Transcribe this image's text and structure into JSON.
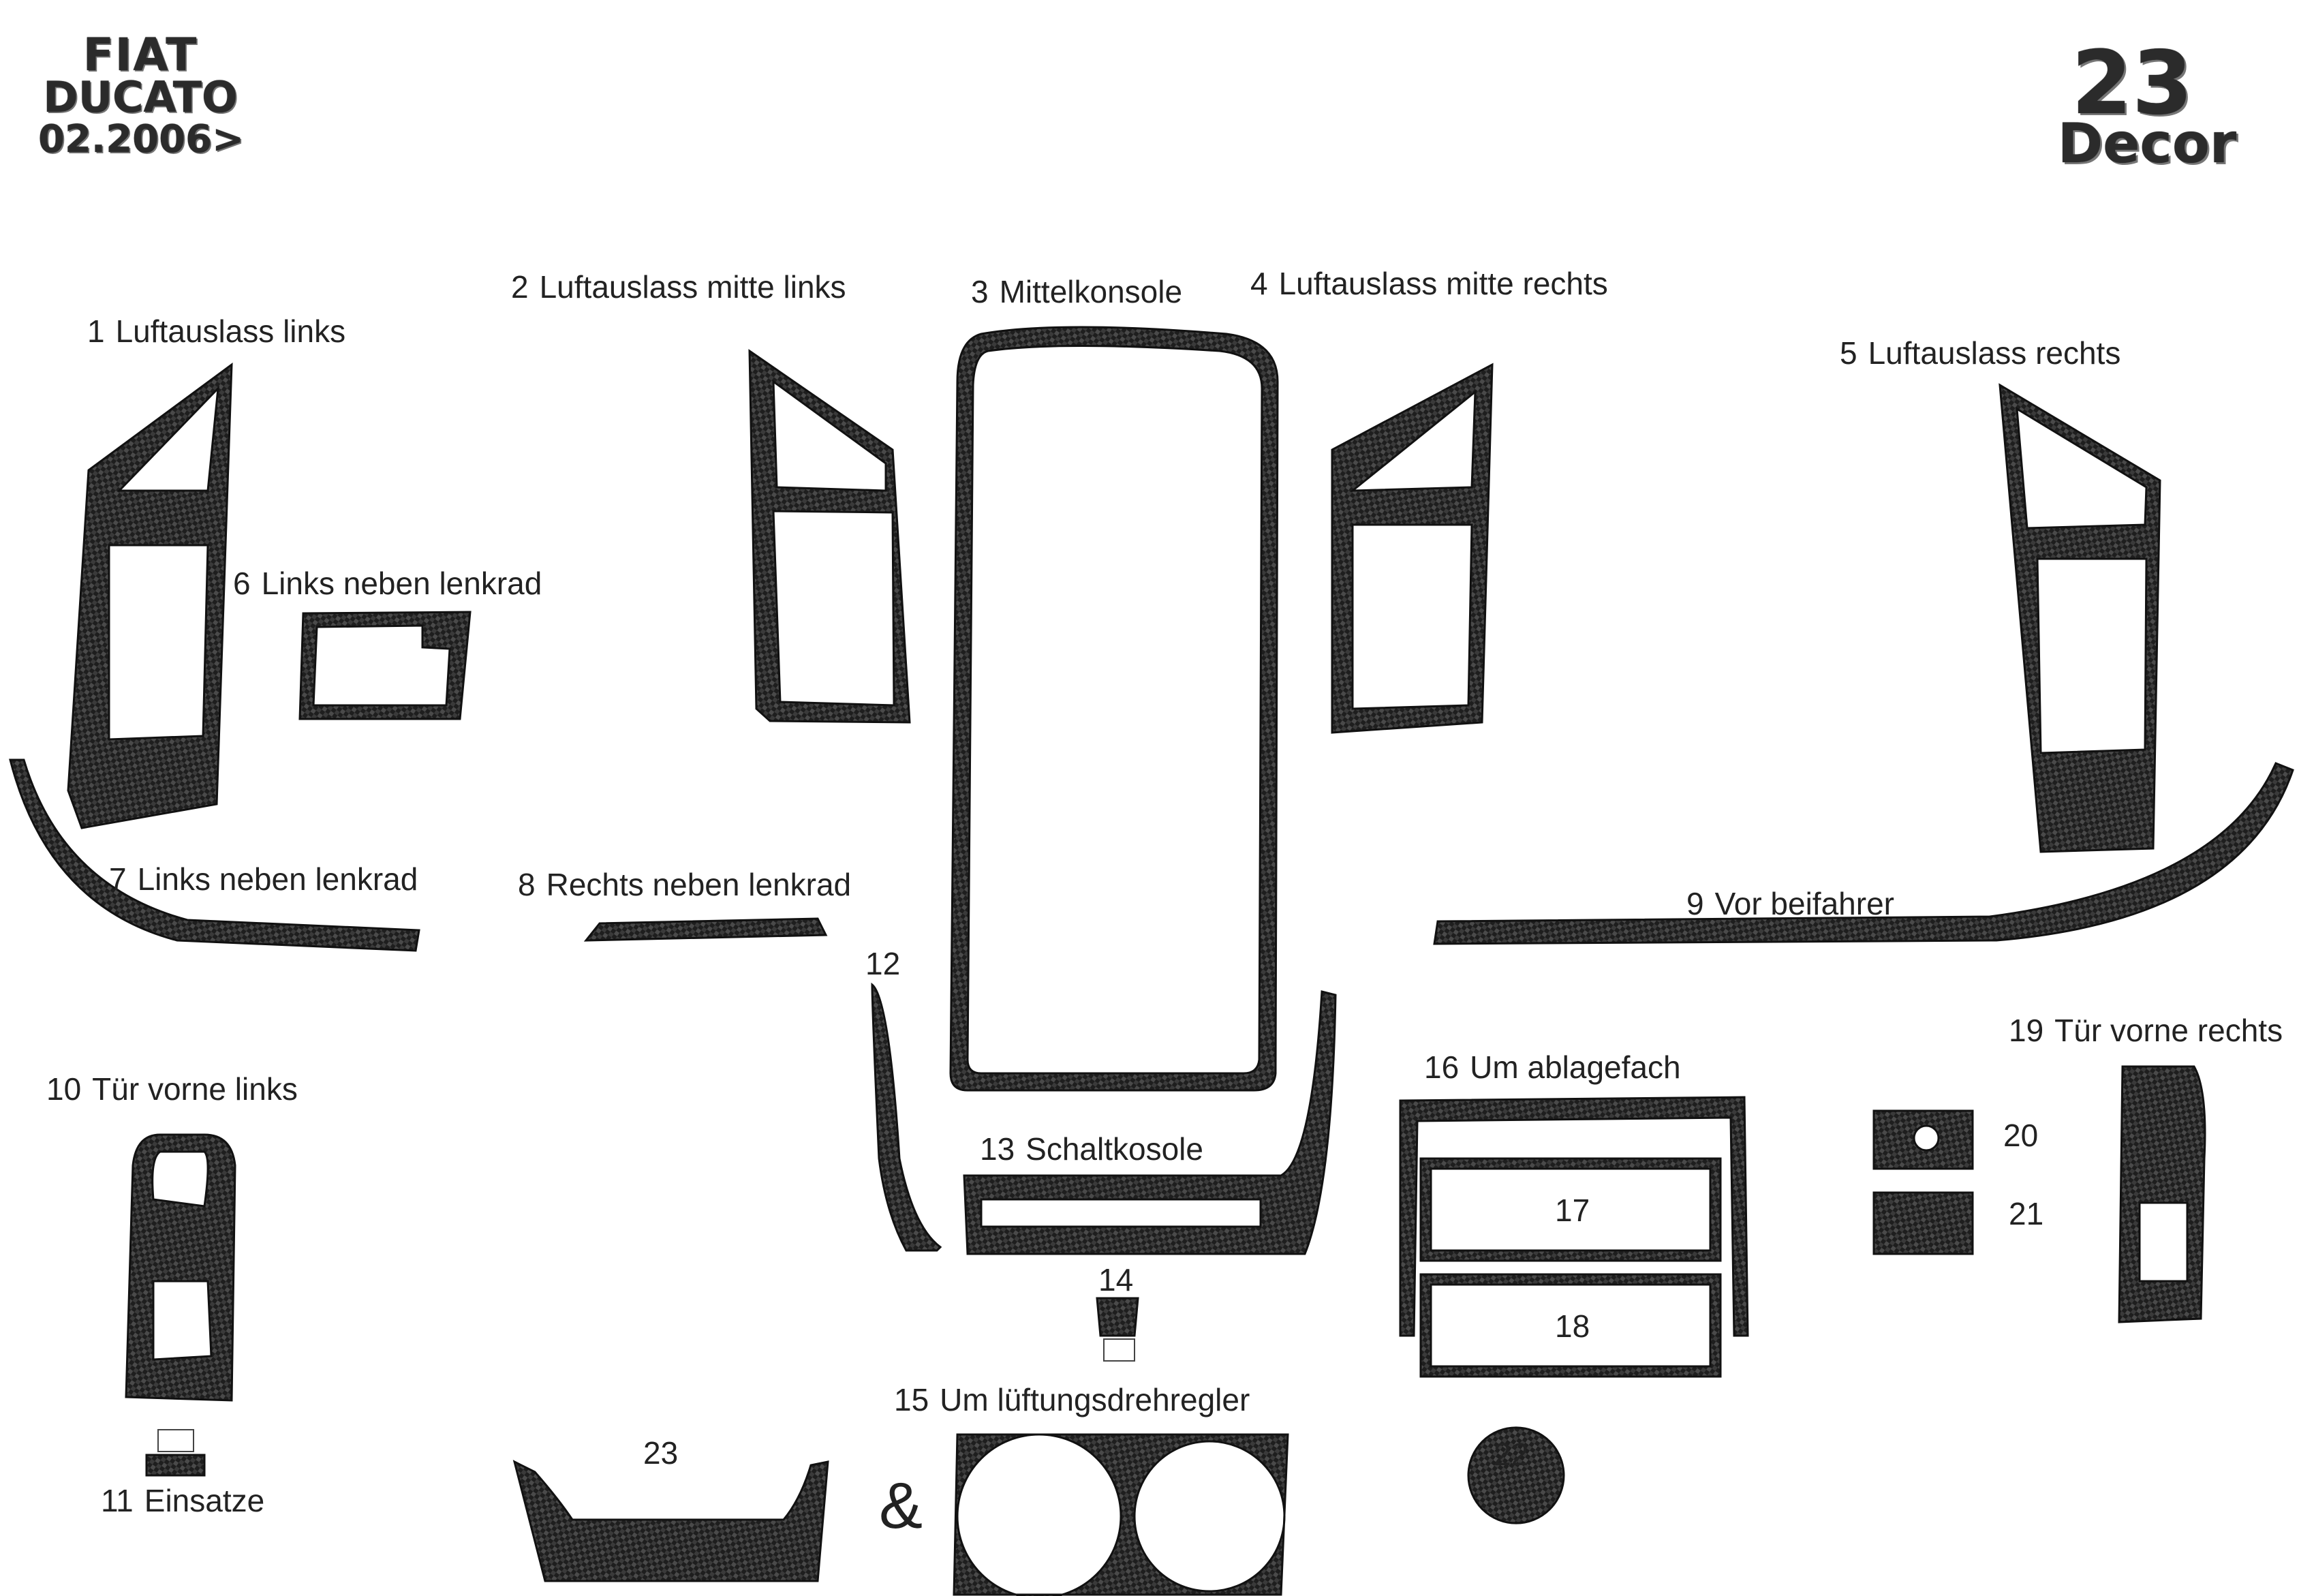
{
  "header": {
    "make": "FIAT",
    "model": "DUCATO",
    "date": "02.2006>",
    "set_number": "23",
    "set_name": "Decor"
  },
  "parts": [
    {
      "no": "1",
      "label": "Luftauslass links"
    },
    {
      "no": "2",
      "label": "Luftauslass mitte links"
    },
    {
      "no": "3",
      "label": "Mittelkonsole"
    },
    {
      "no": "4",
      "label": "Luftauslass mitte rechts"
    },
    {
      "no": "5",
      "label": "Luftauslass rechts"
    },
    {
      "no": "6",
      "label": "Links neben lenkrad"
    },
    {
      "no": "7",
      "label": "Links neben lenkrad"
    },
    {
      "no": "8",
      "label": "Rechts neben lenkrad"
    },
    {
      "no": "9",
      "label": "Vor beifahrer"
    },
    {
      "no": "10",
      "label": "Tür vorne links"
    },
    {
      "no": "11",
      "label": "Einsatze"
    },
    {
      "no": "12",
      "label": ""
    },
    {
      "no": "13",
      "label": "Schaltkosole"
    },
    {
      "no": "14",
      "label": ""
    },
    {
      "no": "15",
      "label": "Um lüftungsdrehregler"
    },
    {
      "no": "16",
      "label": "Um ablagefach"
    },
    {
      "no": "17",
      "label": ""
    },
    {
      "no": "18",
      "label": ""
    },
    {
      "no": "19",
      "label": "Tür vorne rechts"
    },
    {
      "no": "20",
      "label": ""
    },
    {
      "no": "21",
      "label": ""
    },
    {
      "no": "22",
      "label": ""
    },
    {
      "no": "23",
      "label": ""
    }
  ],
  "ampersand": "&",
  "colors": {
    "carbon_dark": "#1e1e1e",
    "carbon_light": "#4a4a4a",
    "text": "#222222"
  }
}
